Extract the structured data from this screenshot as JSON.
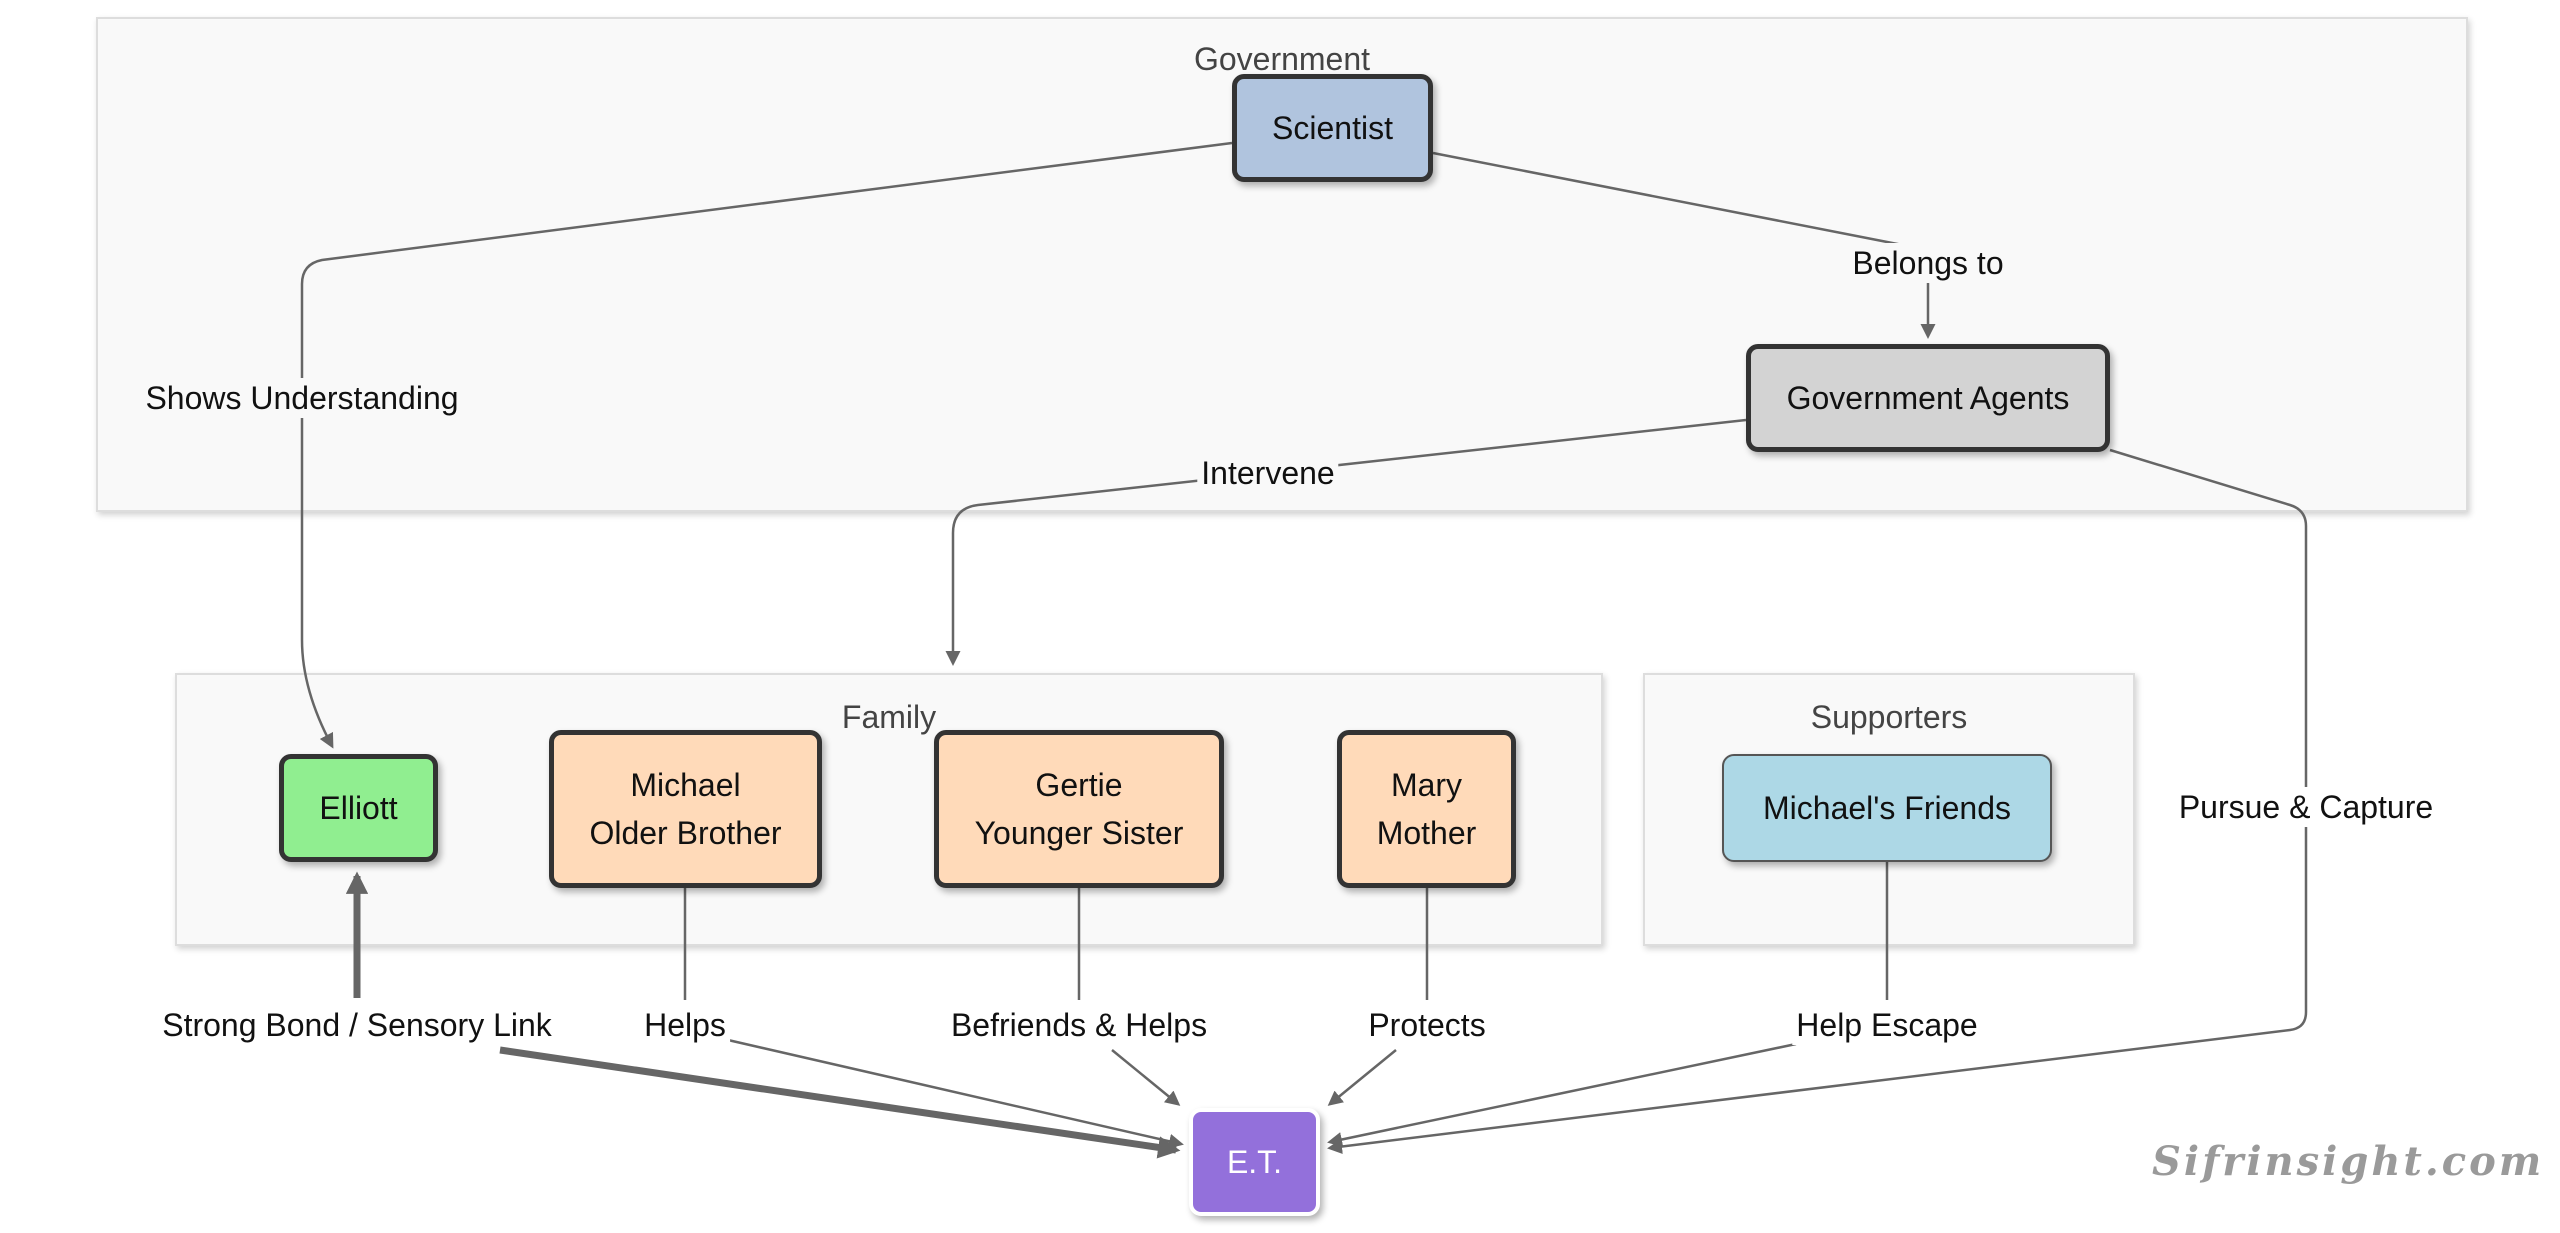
{
  "clusters": {
    "government": "Government",
    "family": "Family",
    "supporters": "Supporters"
  },
  "nodes": {
    "scientist": "Scientist",
    "agents": "Government Agents",
    "elliott": "Elliott",
    "michael": [
      "Michael",
      "Older Brother"
    ],
    "gertie": [
      "Gertie",
      "Younger Sister"
    ],
    "mary": [
      "Mary",
      "Mother"
    ],
    "friends": "Michael's Friends",
    "et": "E.T."
  },
  "edge_labels": {
    "belongs_to": "Belongs to",
    "shows_understanding": "Shows Understanding",
    "intervene": "Intervene",
    "pursue_capture": "Pursue & Capture",
    "strong_bond": "Strong Bond / Sensory Link",
    "helps": "Helps",
    "befriends_helps": "Befriends & Helps",
    "protects": "Protects",
    "help_escape": "Help Escape"
  },
  "node_colors": {
    "scientist": "#b0c4de",
    "agents": "#d3d3d3",
    "elliott": "#90ee90",
    "family_member": "#ffdab9",
    "friends": "#add8e6",
    "et": "#9370db"
  },
  "watermark": "Sifrinsight.com"
}
